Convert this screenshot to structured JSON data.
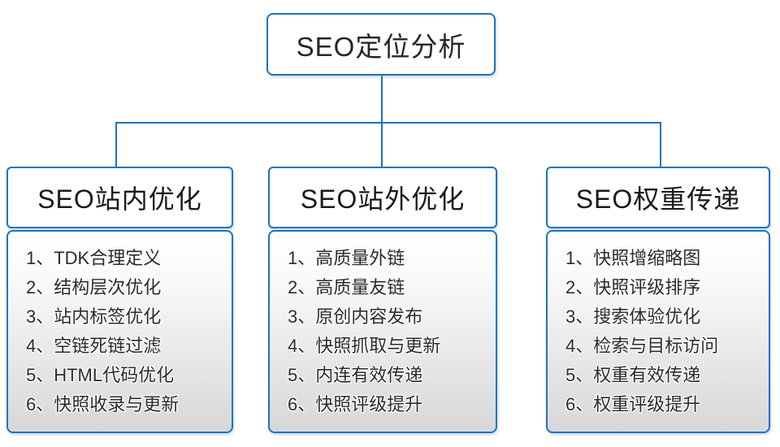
{
  "diagram": {
    "title": "SEO定位分析",
    "root": {
      "label": "SEO定位分析"
    },
    "columns": [
      {
        "title": "SEO站内优化",
        "items": [
          "1、TDK合理定义",
          "2、结构层次优化",
          "3、站内标签优化",
          "4、空链死链过滤",
          "5、HTML代码优化",
          "6、快照收录与更新"
        ]
      },
      {
        "title": "SEO站外优化",
        "items": [
          "1、高质量外链",
          "2、高质量友链",
          "3、原创内容发布",
          "4、快照抓取与更新",
          "5、内连有效传递",
          "6、快照评级提升"
        ]
      },
      {
        "title": "SEO权重传递",
        "items": [
          "1、快照增缩略图",
          "2、快照评级排序",
          "3、搜索体验优化",
          "4、检索与目标访问",
          "5、权重有效传递",
          "6、权重评级提升"
        ]
      }
    ],
    "colors": {
      "accent_blue": "#1b74c1",
      "text": "#262626",
      "panel_gradient_top": "#ffffff",
      "panel_gradient_bottom": "#d7d7d7",
      "background": "#ffffff"
    }
  }
}
